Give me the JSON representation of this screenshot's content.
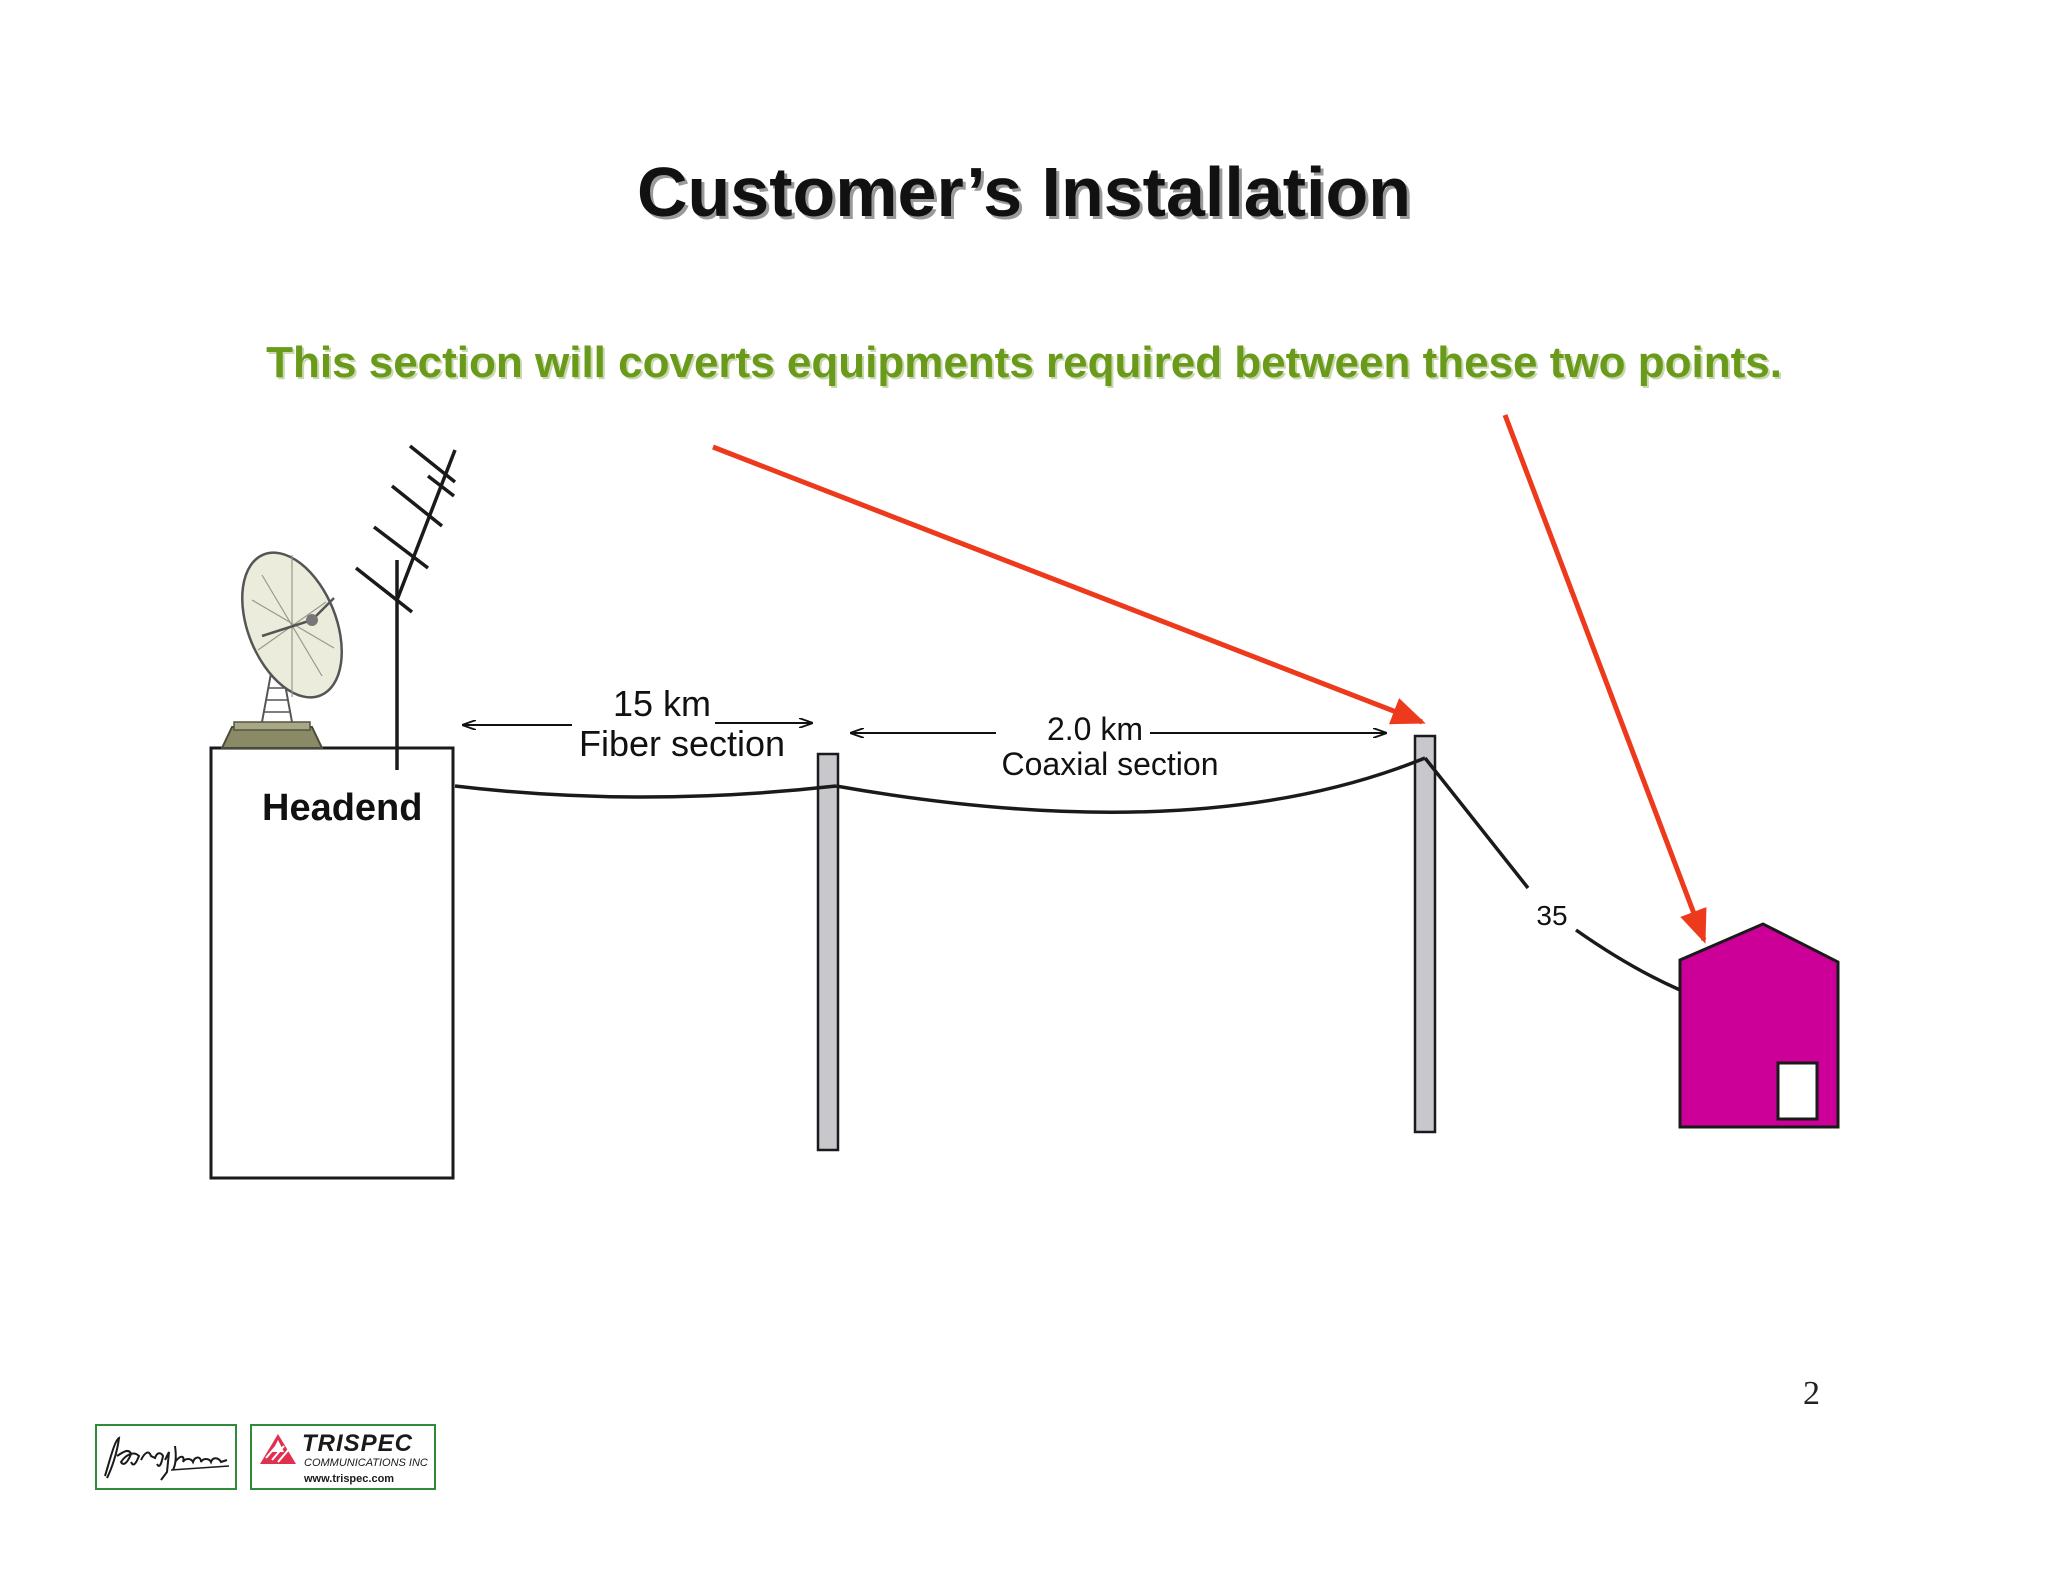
{
  "title": "Customer’s Installation",
  "subtitle": "This section will coverts equipments required between these two points.",
  "diagram": {
    "headend_label": "Headend",
    "fiber_distance": "15 km",
    "fiber_label": "Fiber section",
    "coax_distance": "2.0 km",
    "coax_label": "Coaxial section",
    "drop_label": "35",
    "arrow_color": "#ee3a1c",
    "house_color": "#cc0099"
  },
  "page_number": "2",
  "footer": {
    "signature_alt": "JAAndy Lemmon",
    "logo_name": "TRISPEC",
    "logo_sub": "COMMUNICATIONS INC",
    "logo_url": "www.trispec.com"
  }
}
